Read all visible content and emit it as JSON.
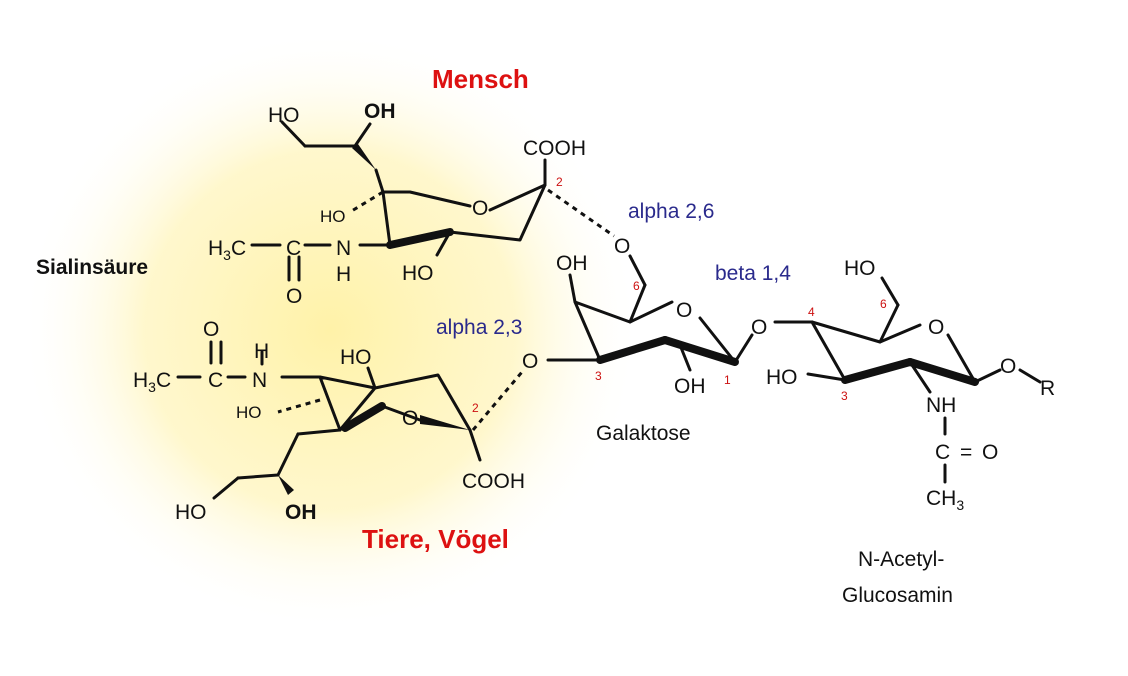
{
  "labels": {
    "mensch": "Mensch",
    "tiere": "Tiere, Vögel",
    "sialinsaeure": "Sialinsäure",
    "galaktose": "Galaktose",
    "nag_line1": "N-Acetyl-",
    "nag_line2": "Glucosamin"
  },
  "linkages": {
    "alpha26": "alpha 2,6",
    "alpha23": "alpha 2,3",
    "beta14": "beta 1,4"
  },
  "atoms": {
    "top": {
      "ho1": "HO",
      "oh1": "OH",
      "cooh": "COOH",
      "o_ring": "O",
      "ho_side": "HO",
      "h3c": "H3C",
      "c": "C",
      "n": "N",
      "h": "H",
      "o_carbonyl": "O",
      "ho_bottom": "HO",
      "c2": "2"
    },
    "bottom": {
      "o_carbonyl": "O",
      "h": "H",
      "h3c": "H3C",
      "c": "C",
      "n": "N",
      "ho_top": "HO",
      "ho_side": "HO",
      "o_ring": "O",
      "c2": "2",
      "cooh": "COOH",
      "ho1": "HO",
      "oh1": "OH"
    },
    "gal": {
      "oh_top": "OH",
      "o_link6": "O",
      "o_link3": "O",
      "c6": "6",
      "o_ring": "O",
      "c3": "3",
      "oh_bottom": "OH",
      "c1": "1"
    },
    "glc": {
      "o_link": "O",
      "ho_top": "HO",
      "c6": "6",
      "c4": "4",
      "o_ring": "O",
      "ho_left": "HO",
      "c3": "3",
      "o_r": "O",
      "r": "R",
      "nh": "NH",
      "c": "C",
      "eq": "=",
      "o": "O",
      "ch3": "CH3"
    }
  },
  "colors": {
    "accent_red": "#dd1111",
    "linkage_blue": "#2a2a8c",
    "number_red": "#cc1111",
    "glow": "#fff2a8"
  }
}
